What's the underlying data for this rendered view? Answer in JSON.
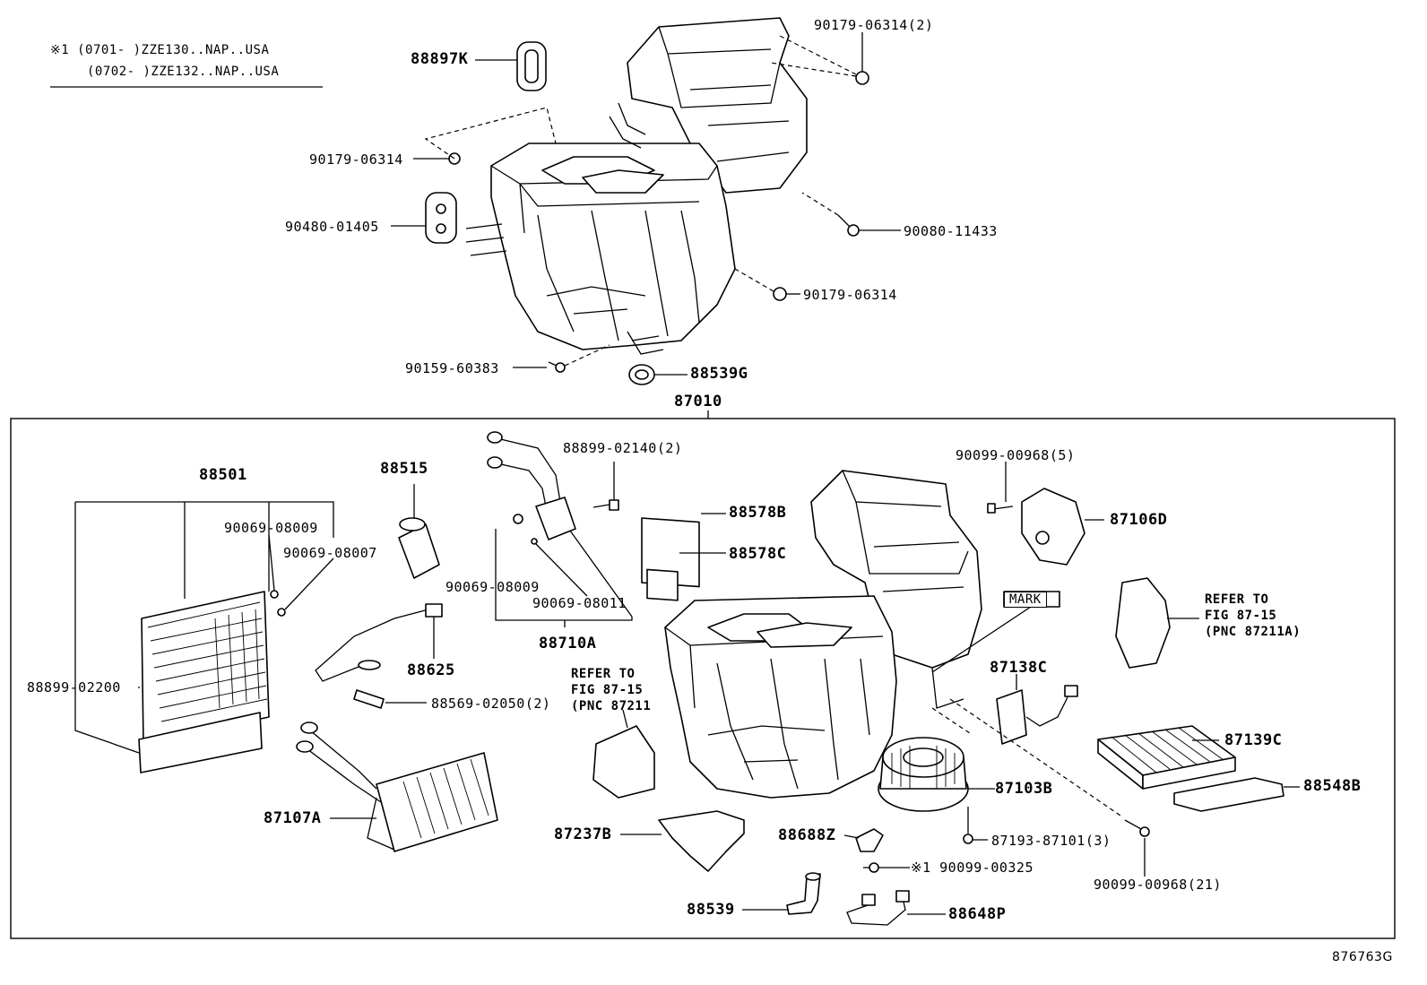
{
  "notes": {
    "note1_line1": "※1 (0701-     )ZZE130..NAP..USA",
    "note1_line2": "(0702-     )ZZE132..NAP..USA"
  },
  "figure_id": "876763G",
  "assembly_label": "87010",
  "mark_label": "MARK",
  "refs": {
    "ref1_line1": "REFER TO",
    "ref1_line2": "FIG 87-15",
    "ref1_line3": "(PNC 87211A)",
    "ref2_line1": "REFER TO",
    "ref2_line2": "FIG 87-15",
    "ref2_line3": "(PNC 87211"
  },
  "labels": {
    "p88897K": "88897K",
    "p90179_06314_2": "90179-06314(2)",
    "p90179_06314_a": "90179-06314",
    "p90480_01405": "90480-01405",
    "p90080_11433": "90080-11433",
    "p90179_06314_b": "90179-06314",
    "p90159_60383": "90159-60383",
    "p88539G": "88539G",
    "p88501": "88501",
    "p90069_08009_a": "90069-08009",
    "p90069_08007": "90069-08007",
    "p88515": "88515",
    "p88899_02140": "88899-02140(2)",
    "p88578B": "88578B",
    "p88578C": "88578C",
    "p90099_00968_5": "90099-00968(5)",
    "p87106D": "87106D",
    "p90069_08009_b": "90069-08009",
    "p90069_08011": "90069-08011",
    "p88710A": "88710A",
    "p88625": "88625",
    "p88899_02200": "88899-02200",
    "p88569_02050": "88569-02050(2)",
    "p87107A": "87107A",
    "p87237B": "87237B",
    "p87138C": "87138C",
    "p87139C": "87139C",
    "p88548B": "88548B",
    "p87103B": "87103B",
    "p87193_87101": "87193-87101(3)",
    "p88688Z": "88688Z",
    "p90099_00325": "※1 90099-00325",
    "p90099_00968_21": "90099-00968(21)",
    "p88539": "88539",
    "p88648P": "88648P"
  }
}
